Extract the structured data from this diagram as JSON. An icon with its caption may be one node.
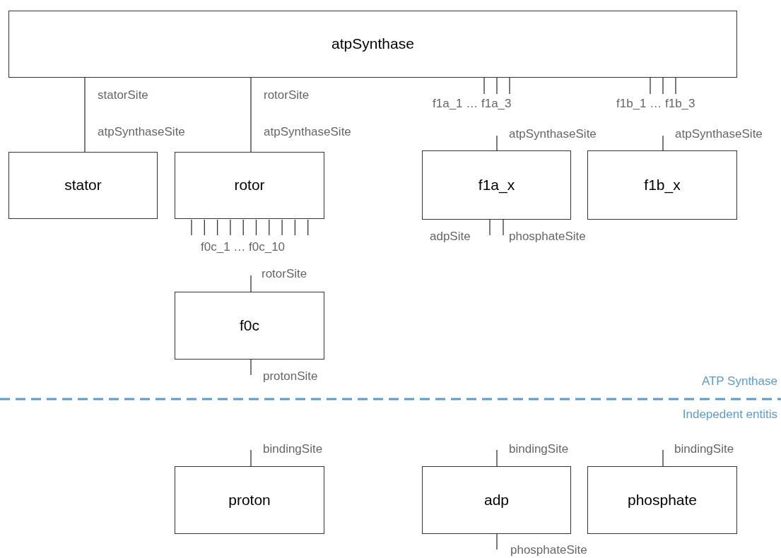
{
  "diagram": {
    "nodes": [
      {
        "text": [
          "atpSynthase"
        ],
        "beside": [
          "statorSite",
          "rotorSite",
          "f1a_1 … f1a_3",
          "f1b_1 … f1b_3"
        ]
      },
      {
        "text": [
          "stator"
        ],
        "beside": [
          "atpSynthaseSite"
        ]
      },
      {
        "text": [
          "rotor"
        ],
        "beside": [
          "atpSynthaseSite",
          "f0c_1 … f0c_10"
        ]
      },
      {
        "text": [
          "f1a_x"
        ],
        "beside": [
          "atpSynthaseSite",
          "adpSite",
          "phosphateSite"
        ]
      },
      {
        "text": [
          "f1b_x"
        ],
        "beside": [
          "atpSynthaseSite"
        ]
      },
      {
        "text": [
          "f0c"
        ],
        "beside": [
          "rotorSite",
          "protonSite"
        ]
      },
      {
        "text": [
          "proton"
        ],
        "beside": [
          "bindingSite"
        ]
      },
      {
        "text": [
          "adp"
        ],
        "beside": [
          "bindingSite",
          "phosphateSite"
        ]
      },
      {
        "text": [
          "phosphate"
        ],
        "beside": [
          "bindingSite"
        ]
      }
    ],
    "edges": [
      {
        "from": 0,
        "to": 1,
        "arrow": "none"
      },
      {
        "from": 0,
        "to": 2,
        "arrow": "none"
      }
    ],
    "labels": [
      "ATP Synthase",
      "Indepedent entitis"
    ]
  }
}
